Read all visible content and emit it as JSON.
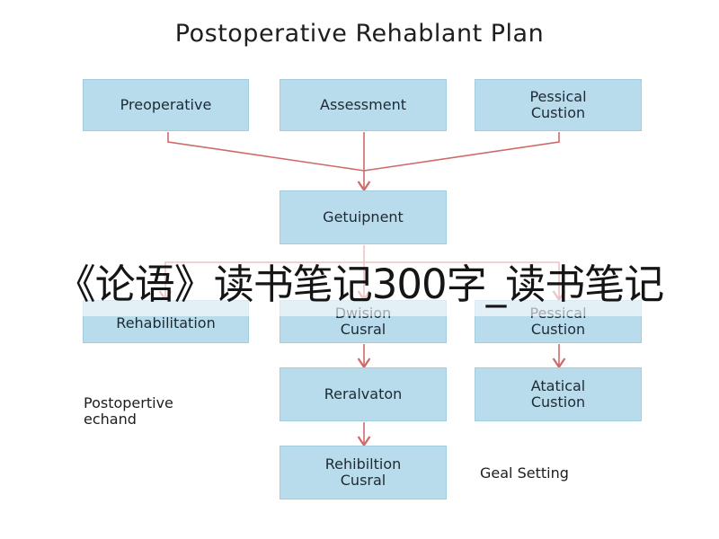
{
  "title": "Postoperative Rehablant Plan",
  "nodes": {
    "preoperative": "Preoperative",
    "assessment": "Assessment",
    "pessical_top": "Pessical\nCustion",
    "getuipnent": "Getuipnent",
    "rehabilitation": "Rehabilitation",
    "division": "Dwision\nCusral",
    "pessical_mid": "Pessical\nCustion",
    "reralvaton": "Reralvaton",
    "atatical": "Atatical\nCustion",
    "rehibiltion": "Rehibiltion\nCusral"
  },
  "notes": {
    "postopertive": "Postopertive\nechand",
    "goal_setting": "Geal Setting"
  },
  "banner_text": "《论语》读书笔记300字_读书笔记",
  "colors": {
    "box_fill": "#b9dcec",
    "connector": "#cf6a6a"
  }
}
